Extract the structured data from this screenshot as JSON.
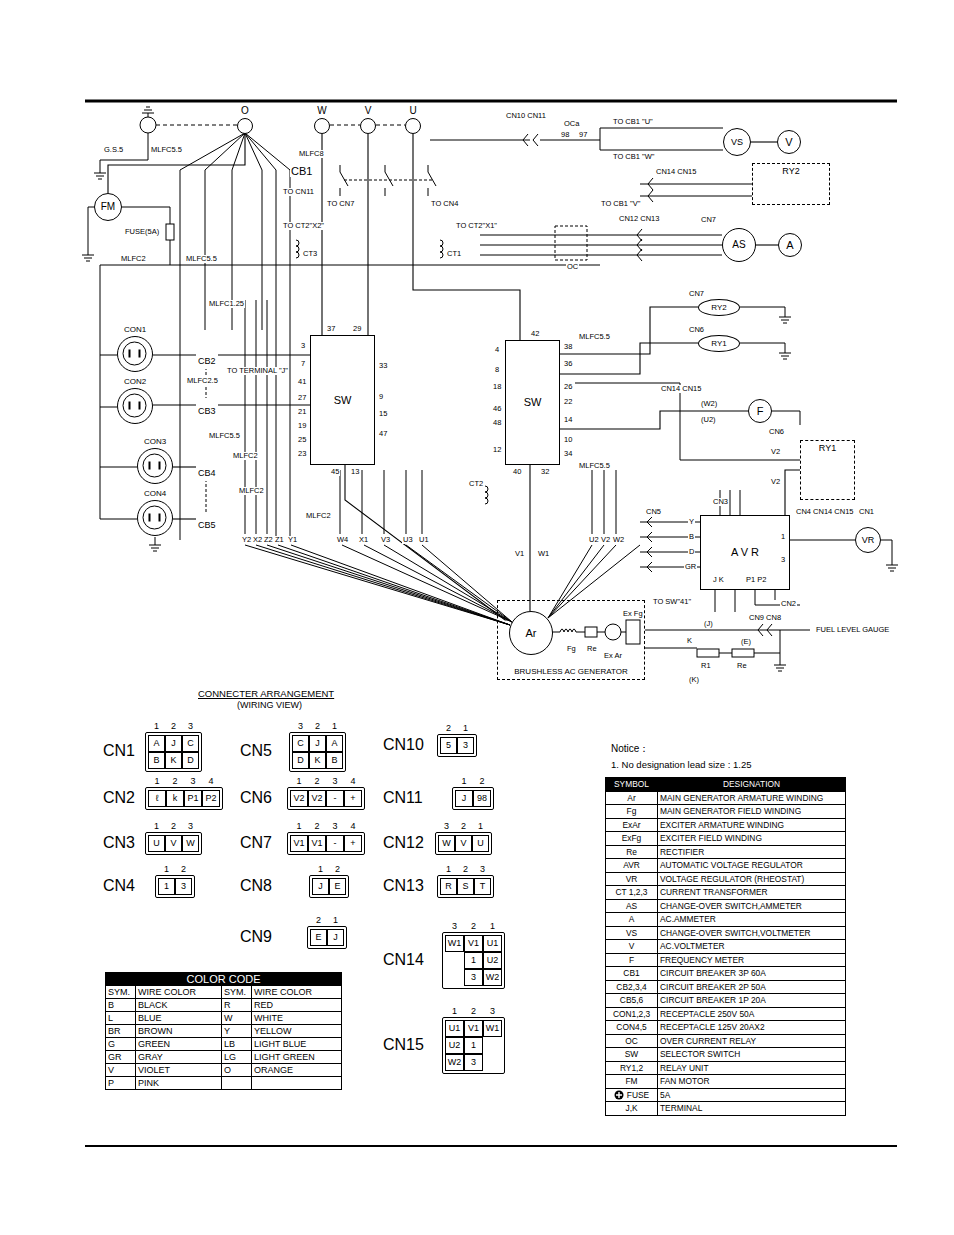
{
  "diagram": {
    "nodes": [
      {
        "text": [
          "FM"
        ]
      },
      {
        "text": [
          "O"
        ]
      },
      {
        "text": [
          "W"
        ]
      },
      {
        "text": [
          "V"
        ]
      },
      {
        "text": [
          "U"
        ]
      },
      {
        "text": [
          "VS"
        ]
      },
      {
        "text": [
          "V"
        ]
      },
      {
        "text": [
          "RY2"
        ]
      },
      {
        "text": [
          "AS"
        ]
      },
      {
        "text": [
          "A"
        ]
      },
      {
        "text": [
          "RY2"
        ]
      },
      {
        "text": [
          "CON1"
        ]
      },
      {
        "text": [
          "CB2"
        ]
      },
      {
        "text": [
          "CON2"
        ]
      },
      {
        "text": [
          "CB3"
        ]
      },
      {
        "text": [
          "SW"
        ]
      },
      {
        "text": [
          "SW"
        ]
      },
      {
        "text": [
          "RY1"
        ]
      },
      {
        "text": [
          "F"
        ]
      },
      {
        "text": [
          "RY1"
        ]
      },
      {
        "text": [
          "CON3"
        ]
      },
      {
        "text": [
          "CB4"
        ]
      },
      {
        "text": [
          "CON4"
        ]
      },
      {
        "text": [
          "CB5"
        ]
      },
      {
        "text": [
          "A V R"
        ]
      },
      {
        "text": [
          "VR"
        ]
      },
      {
        "text": [
          "BRUSHLESS AC GENERATOR"
        ]
      },
      {
        "text": [
          "Ar"
        ],
        "in": 26
      },
      {
        "text": [
          "CN1",
          "1",
          "2",
          "3",
          "A",
          "J",
          "C",
          "B",
          "K",
          "D"
        ]
      },
      {
        "text": [
          "CN2",
          "1",
          "2",
          "3",
          "4",
          "ℓ",
          "k",
          "P1",
          "P2"
        ]
      },
      {
        "text": [
          "CN3",
          "1",
          "2",
          "3",
          "U",
          "V",
          "W"
        ]
      },
      {
        "text": [
          "CN4",
          "1",
          "2",
          "1",
          "3"
        ]
      },
      {
        "text": [
          "CN5",
          "3",
          "2",
          "1",
          "C",
          "J",
          "A",
          "D",
          "K",
          "B"
        ]
      },
      {
        "text": [
          "CN6",
          "1",
          "2",
          "3",
          "4",
          "V2",
          "V2",
          "-",
          "+"
        ]
      },
      {
        "text": [
          "CN7",
          "1",
          "2",
          "3",
          "4",
          "V1",
          "V1",
          "-",
          "+"
        ]
      },
      {
        "text": [
          "CN8",
          "1",
          "2",
          "J",
          "E"
        ]
      },
      {
        "text": [
          "CN9",
          "2",
          "1",
          "E",
          "J"
        ]
      },
      {
        "text": [
          "CN10",
          "2",
          "1",
          "5",
          "3"
        ]
      },
      {
        "text": [
          "CN11",
          "1",
          "2",
          "J",
          "98"
        ]
      },
      {
        "text": [
          "CN12",
          "3",
          "2",
          "1",
          "W",
          "V",
          "U"
        ]
      },
      {
        "text": [
          "CN13",
          "1",
          "2",
          "3",
          "R",
          "S",
          "T"
        ]
      },
      {
        "text": [
          "CN14",
          "3",
          "2",
          "1",
          "W1",
          "V1",
          "U1",
          "1",
          "U2",
          "3",
          "W2"
        ]
      },
      {
        "text": [
          "CN15",
          "1",
          "2",
          "3",
          "U1",
          "V1",
          "W1",
          "U2",
          "1",
          "W2",
          "3"
        ]
      },
      {
        "text": [
          "SYMBOL",
          "DESIGNATION",
          "Ar",
          "MAIN GENERATOR ARMATURE WINDING",
          "Fg",
          "MAIN GENERATOR FIELD WINDING",
          "ExAr",
          "EXCITER ARMATURE WINDING",
          "ExFg",
          "EXCITER FIELD WINDING",
          "Re",
          "RECTIFIER",
          "AVR",
          "AUTOMATIC VOLTAGE REGULATOR",
          "VR",
          "VOLTAGE REGULATOR (RHEOSTAT)",
          "CT 1,2,3",
          "CURRENT TRANSFORMER",
          "AS",
          "CHANGE-OVER SWITCH,AMMETER",
          "A",
          "AC.AMMETER",
          "VS",
          "CHANGE-OVER SWITCH,VOLTMETER",
          "V",
          "AC.VOLTMETER",
          "F",
          "FREQUENCY METER",
          "CB1",
          "CIRCUIT BREAKER 3P 60A",
          "CB2,3,4",
          "CIRCUIT BREAKER 2P 50A",
          "CB5,6",
          "CIRCUIT BREAKER 1P 20A",
          "CON1,2,3",
          "RECEPTACLE 250V 50A",
          "CON4,5",
          "RECEPTACLE 125V 20AX2",
          "OC",
          "OVER CURRENT RELAY",
          "SW",
          "SELECTOR SWITCH",
          "RY1,2",
          "RELAY UNIT",
          "FM",
          "FAN MOTOR",
          "FUSE",
          "5A",
          "J,K",
          "TERMINAL"
        ]
      },
      {
        "text": [
          "COLOR CODE",
          "SYM.",
          "WIRE COLOR",
          "SYM.",
          "WIRE COLOR",
          "B",
          "BLACK",
          "R",
          "RED",
          "L",
          "BLUE",
          "W",
          "WHITE",
          "BR",
          "BROWN",
          "Y",
          "YELLOW",
          "G",
          "GREEN",
          "LB",
          "LIGHT BLUE",
          "GR",
          "GRAY",
          "LG",
          "LIGHT GREEN",
          "V",
          "VIOLET",
          "O",
          "ORANGE",
          "P",
          "PINK"
        ]
      }
    ],
    "edges": [
      {
        "from": 0,
        "to": 1,
        "arrow": "none"
      },
      {
        "from": 11,
        "to": 12,
        "arrow": "none"
      },
      {
        "from": 13,
        "to": 14,
        "arrow": "none"
      },
      {
        "from": 20,
        "to": 21,
        "arrow": "none"
      },
      {
        "from": 22,
        "to": 23,
        "arrow": "none"
      },
      {
        "from": 12,
        "to": 15,
        "arrow": "none"
      },
      {
        "from": 14,
        "to": 15,
        "arrow": "none"
      },
      {
        "from": 5,
        "to": 6,
        "arrow": "none"
      },
      {
        "from": 8,
        "to": 9,
        "arrow": "none"
      },
      {
        "from": 10,
        "to": 16,
        "arrow": "none"
      },
      {
        "from": 17,
        "to": 16,
        "arrow": "none"
      },
      {
        "from": 18,
        "to": 16,
        "arrow": "none"
      },
      {
        "from": 19,
        "to": 24,
        "arrow": "none"
      },
      {
        "from": 24,
        "to": 25,
        "arrow": "none"
      },
      {
        "from": 16,
        "to": 27,
        "arrow": "none"
      },
      {
        "from": 15,
        "to": 27,
        "arrow": "none"
      },
      {
        "from": 2,
        "to": 15,
        "arrow": "none"
      },
      {
        "from": 3,
        "to": 15,
        "arrow": "none"
      },
      {
        "from": 4,
        "to": 16,
        "arrow": "none"
      }
    ],
    "labels": [
      "G.S.5",
      "MLFC5.5",
      "MLFC8",
      "CB1",
      "TO CN11",
      "TO CN7",
      "TO CN4",
      "TO CT2\"X2\"",
      "TO CT2\"X1\"",
      "CT3",
      "CT1",
      "CN10 CN11",
      "OCa",
      "98",
      "97",
      "TO CB1 \"U\"",
      "TO CB1 \"W\"",
      "TO CB1 \"V\"",
      "CN14 CN15",
      "CN12 CN13",
      "CN7",
      "OC",
      "FUSE(5A)",
      "MLFC2",
      "MLFC5.5",
      "MLFC1.25",
      "MLFC2.5",
      "MLFC5.5",
      "MLFC2",
      "MLFC2",
      "MLFC2",
      "TO TERMINAL \"J\"",
      "37",
      "29",
      "3",
      "33",
      "7",
      "41",
      "9",
      "27",
      "21",
      "15",
      "19",
      "47",
      "25",
      "23",
      "45",
      "13",
      "42",
      "38",
      "36",
      "4",
      "8",
      "18",
      "46",
      "48",
      "12",
      "40",
      "26",
      "22",
      "14",
      "10",
      "34",
      "32",
      "MLFC5.5",
      "MLFC5.5",
      "CN7",
      "CN6",
      "CN14 CN15",
      "(W2)",
      "(U2)",
      "CN6",
      "V2",
      "V2",
      "CT2",
      "CN5",
      "CN3",
      "CN4 CN14 CN15",
      "CN1",
      "CN2",
      "Y2",
      "X2",
      "Z2",
      "Z1",
      "Y1",
      "W4",
      "X1",
      "V3",
      "U3",
      "U1",
      "U2",
      "V2",
      "W2",
      "V1",
      "W1",
      "Fg",
      "Re",
      "Ex Ar",
      "Ex Fg",
      "TO SW\"41\"",
      "CN9 CN8",
      "(J)",
      "(E)",
      "FUEL LEVEL GAUGE",
      "R1",
      "Re",
      "(K)",
      "K",
      "CONNECTER ARRANGEMENT",
      "(WIRING VIEW)",
      "Notice：",
      "1. No designation lead size : 1.25",
      "Y",
      "B",
      "D",
      "GR",
      "J K",
      "P1 P2",
      "1",
      "3"
    ]
  }
}
